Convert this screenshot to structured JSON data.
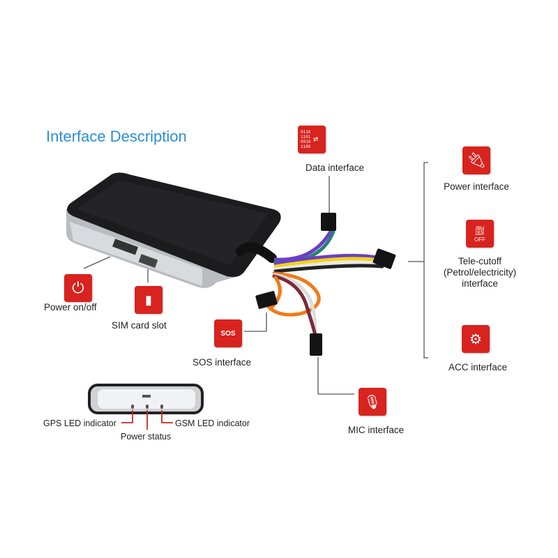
{
  "title": "Interface Description",
  "labels": {
    "data_interface": "Data interface",
    "power_interface": "Power interface",
    "tele_cutoff_line1": "Tele-cutoff",
    "tele_cutoff_line2": "(Petrol/electricity)",
    "tele_cutoff_line3": "interface",
    "acc_interface": "ACC interface",
    "power_onoff": "Power on/off",
    "sim_card_slot": "SIM card slot",
    "sos_interface": "SOS interface",
    "mic_interface": "MIC interface",
    "gps_led": "GPS LED indicator",
    "power_status": "Power status",
    "gsm_led": "GSM LED indicator"
  },
  "icon_text": {
    "binary": "0110 1101 0010 1100",
    "off": "OFF",
    "sos": "SOS"
  },
  "colors": {
    "accent_red": "#d8231e",
    "title_blue": "#2b8fd8"
  }
}
